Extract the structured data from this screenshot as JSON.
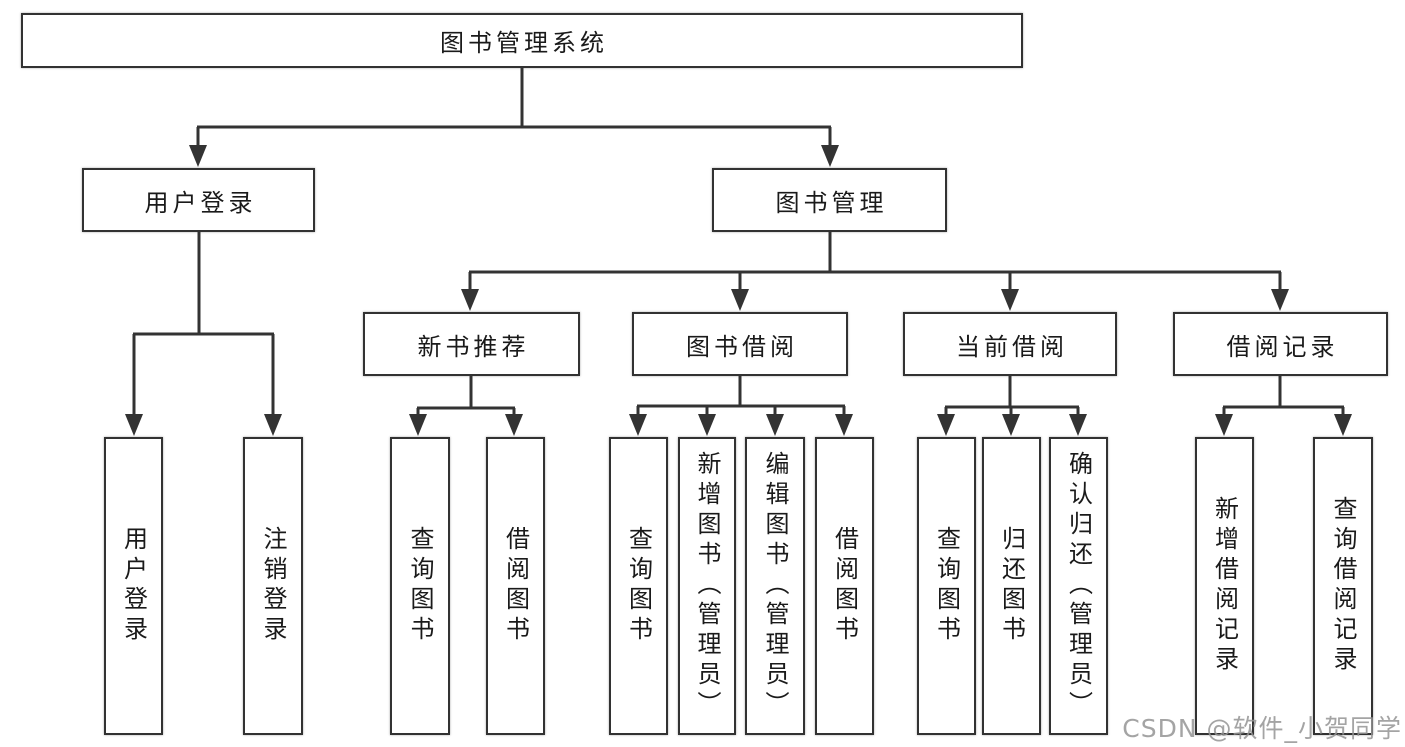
{
  "diagram": {
    "title": "图书管理系统",
    "level2": {
      "user_login": "用户登录",
      "book_mgmt": "图书管理"
    },
    "level3": {
      "new_book": "新书推荐",
      "book_borrow": "图书借阅",
      "current_borrow": "当前借阅",
      "borrow_records": "借阅记录"
    },
    "leaves": {
      "user_login_1": "用户登录",
      "user_login_2": "注销登录",
      "new_book_1": "查询图书",
      "new_book_2": "借阅图书",
      "borrow_1": "查询图书",
      "borrow_2": "新增图书（管理员）",
      "borrow_3": "编辑图书（管理员）",
      "borrow_4": "借阅图书",
      "current_1": "查询图书",
      "current_2": "归还图书",
      "current_3": "确认归还（管理员）",
      "records_1": "新增借阅记录",
      "records_2": "查询借阅记录"
    }
  },
  "watermark": {
    "text": "CSDN @软件_小贺同学"
  },
  "colors": {
    "background": "#ffffff",
    "line": "#333333",
    "box_border": "#323232",
    "text": "#1a1a1a",
    "watermark": "#949494"
  }
}
